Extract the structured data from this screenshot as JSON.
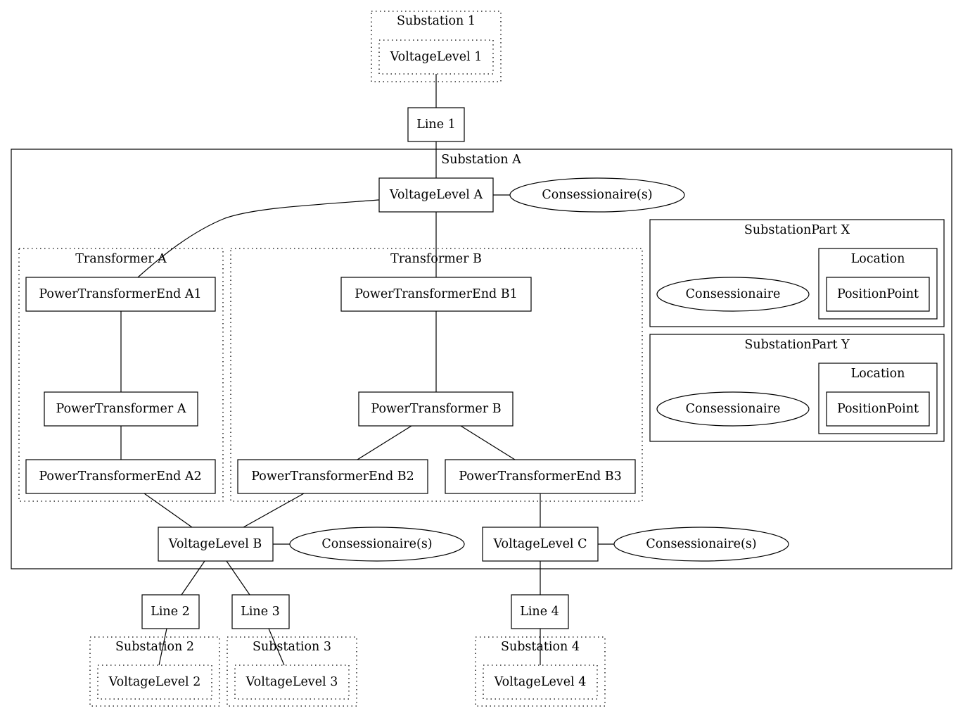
{
  "clusters": {
    "substation_1": "Substation 1",
    "voltagelevel_1": "VoltageLevel 1",
    "substation_a": "Substation A",
    "transformer_a": "Transformer A",
    "transformer_b": "Transformer B",
    "substationpart_x": "SubstationPart X",
    "location_x": "Location",
    "substationpart_y": "SubstationPart Y",
    "location_y": "Location",
    "substation_2": "Substation 2",
    "voltagelevel_2": "VoltageLevel 2",
    "substation_3": "Substation 3",
    "voltagelevel_3": "VoltageLevel 3",
    "substation_4": "Substation 4",
    "voltagelevel_4": "VoltageLevel 4"
  },
  "nodes": {
    "line_1": "Line 1",
    "voltagelevel_a": "VoltageLevel A",
    "consessionaires_a": "Consessionaire(s)",
    "pte_a1": "PowerTransformerEnd A1",
    "pt_a": "PowerTransformer A",
    "pte_a2": "PowerTransformerEnd A2",
    "pte_b1": "PowerTransformerEnd B1",
    "pt_b": "PowerTransformer B",
    "pte_b2": "PowerTransformerEnd B2",
    "pte_b3": "PowerTransformerEnd B3",
    "consessionaire_x": "Consessionaire",
    "positionpoint_x": "PositionPoint",
    "consessionaire_y": "Consessionaire",
    "positionpoint_y": "PositionPoint",
    "voltagelevel_b": "VoltageLevel B",
    "consessionaires_b": "Consessionaire(s)",
    "voltagelevel_c": "VoltageLevel C",
    "consessionaires_c": "Consessionaire(s)",
    "line_2": "Line 2",
    "line_3": "Line 3",
    "line_4": "Line 4"
  }
}
